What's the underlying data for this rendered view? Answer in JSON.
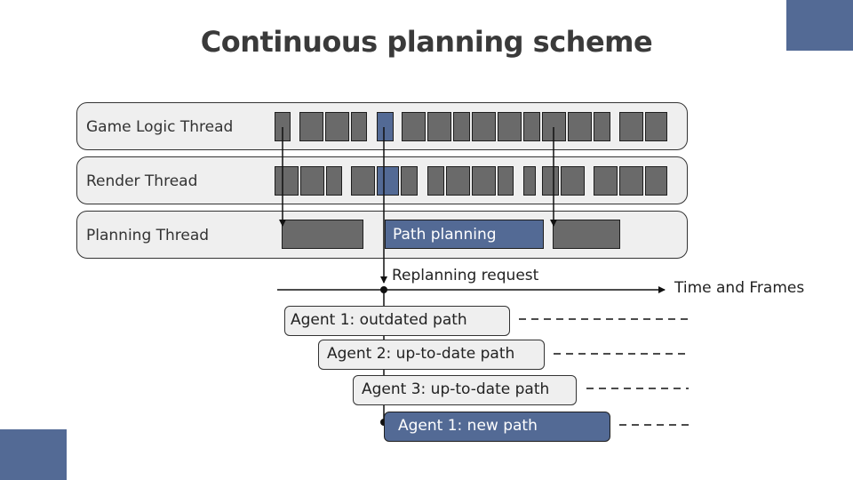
{
  "title": "Continuous planning scheme",
  "lanes": {
    "game_logic": "Game Logic Thread",
    "render": "Render Thread",
    "planning": "Planning  Thread"
  },
  "path_planning": "Path planning",
  "replanning_request": "Replanning request",
  "timeline_label": "Time and Frames",
  "agents": [
    {
      "label": "Agent 1: outdated path"
    },
    {
      "label": "Agent 2: up-to-date path"
    },
    {
      "label": "Agent 3: up-to-date path"
    },
    {
      "label": "Agent 1: new path"
    }
  ],
  "colors": {
    "accent": "#536a95",
    "block": "#6a6a6a",
    "lane_bg": "#efefef"
  }
}
